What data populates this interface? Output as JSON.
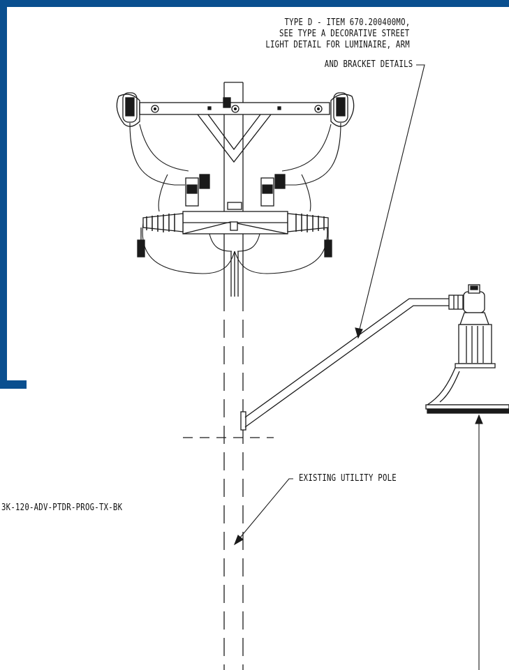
{
  "colors": {
    "frame_blue": "#0a4f8f",
    "line": "#1a1a1a",
    "paper": "#ffffff"
  },
  "callouts": {
    "type_d": {
      "line1": "TYPE D - ITEM 670.200400MO,",
      "line2": "SEE TYPE A DECORATIVE STREET",
      "line3": "LIGHT DETAIL FOR LUMINAIRE, ARM",
      "line4": "AND BRACKET DETAILS"
    },
    "pole": "EXISTING UTILITY POLE",
    "luminaire_code": "3K-120-ADV-PTDR-PROG-TX-BK"
  }
}
